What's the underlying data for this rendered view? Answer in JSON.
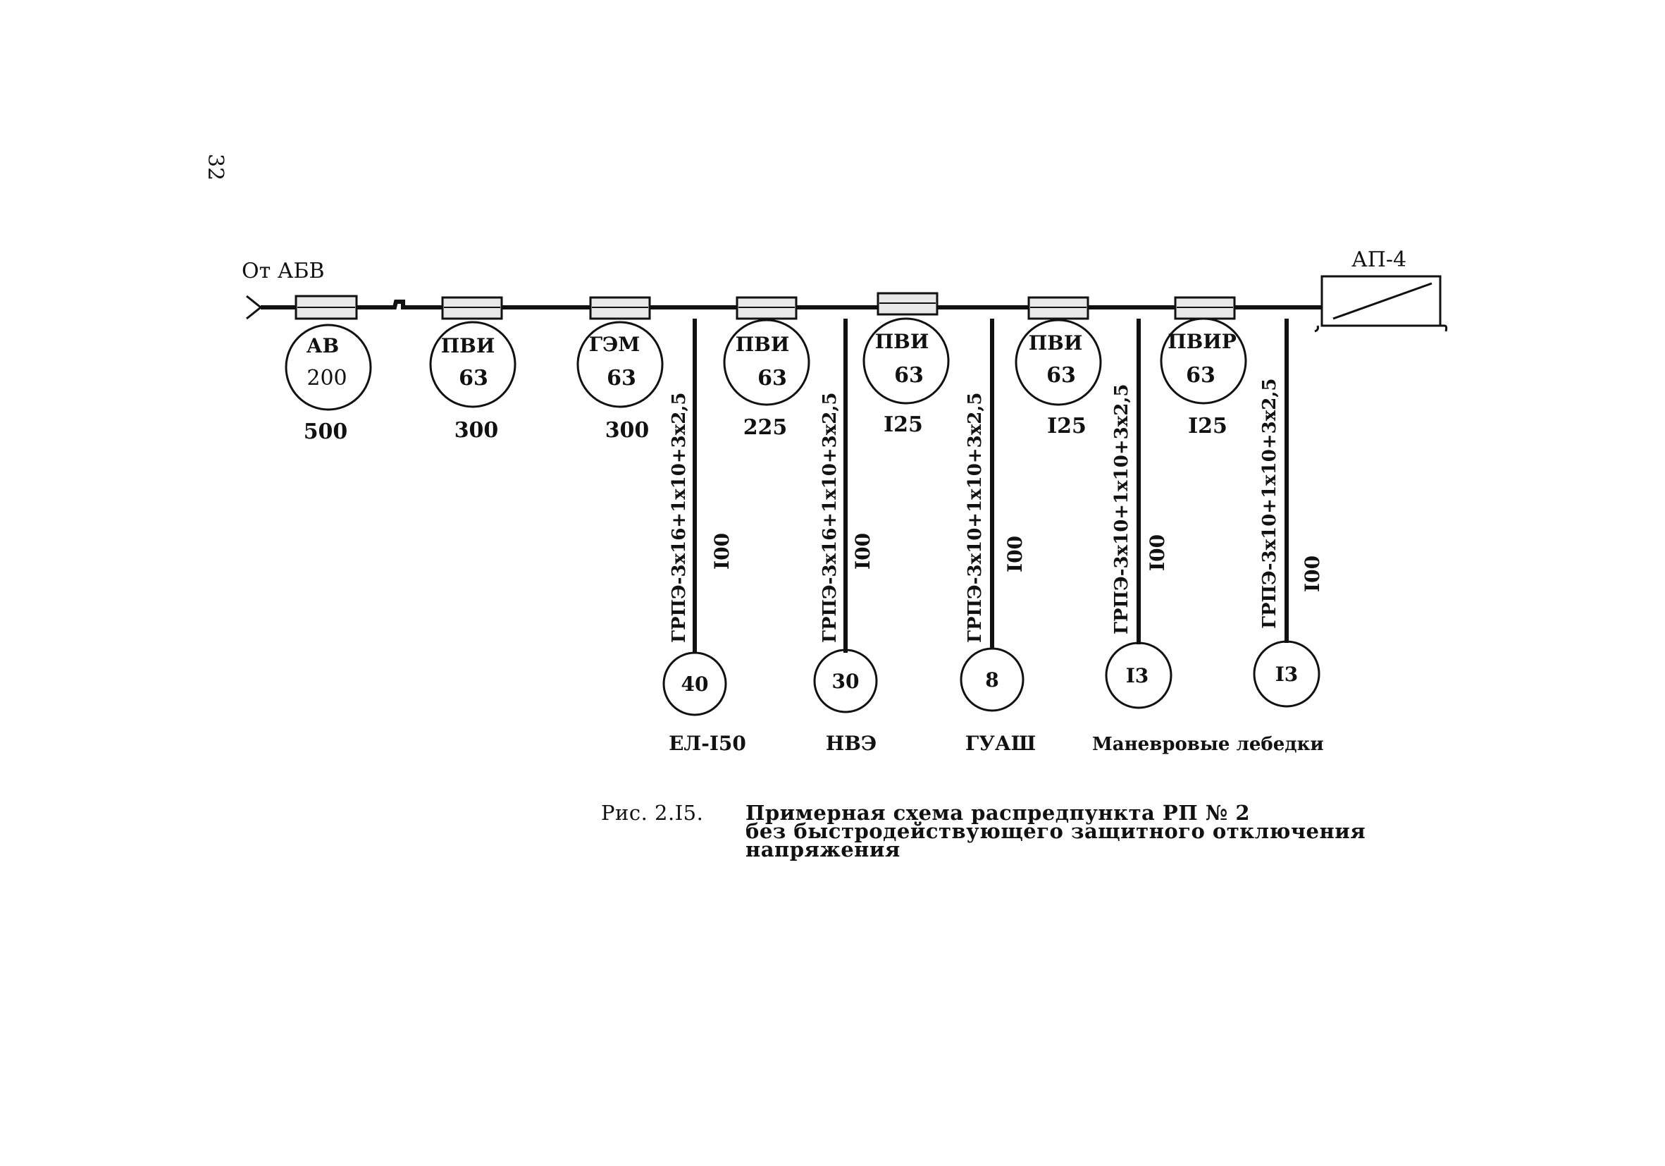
{
  "page_number": "32",
  "source_label": "От АБВ",
  "end_device": {
    "label": "АП-4"
  },
  "top_devices": [
    {
      "type": "АВ",
      "rating": "200",
      "current": "500"
    },
    {
      "type": "ПВИ",
      "rating": "63",
      "current": "300"
    },
    {
      "type": "ГЭМ",
      "rating": "63",
      "current": "300"
    },
    {
      "type": "ПВИ",
      "rating": "63",
      "current": "225"
    },
    {
      "type": "ПВИ",
      "rating": "63",
      "current": "I25"
    },
    {
      "type": "ПВИ",
      "rating": "63",
      "current": "I25"
    },
    {
      "type": "ПВИР",
      "rating": "63",
      "current": "I25"
    }
  ],
  "branches": [
    {
      "cable": "ГРПЭ-3х16+1х10+3х2,5",
      "length": "I00",
      "power": "40",
      "consumer": "ЕЛ-I50"
    },
    {
      "cable": "ГРПЭ-3х16+1х10+3х2,5",
      "length": "I00",
      "power": "30",
      "consumer": "НВЭ"
    },
    {
      "cable": "ГРПЭ-3х10+1х10+3х2,5",
      "length": "I00",
      "power": "8",
      "consumer": "ГУАШ"
    },
    {
      "cable": "ГРПЭ-3х10+1х10+3х2,5",
      "length": "I00",
      "power": "I3",
      "consumer": "Маневровые лебедки"
    },
    {
      "cable": "ГРПЭ-3х10+1х10+3х2,5",
      "length": "I00",
      "power": "I3",
      "consumer": ""
    }
  ],
  "caption": {
    "lead": "Рис. 2.I5.",
    "line1": "Примерная схема распредпункта РП № 2",
    "line2": "без быстродействующего защитного отключения",
    "line3": "напряжения"
  },
  "colors": {
    "ink": "#111111",
    "fuse_fill": "#e8e8e8"
  }
}
